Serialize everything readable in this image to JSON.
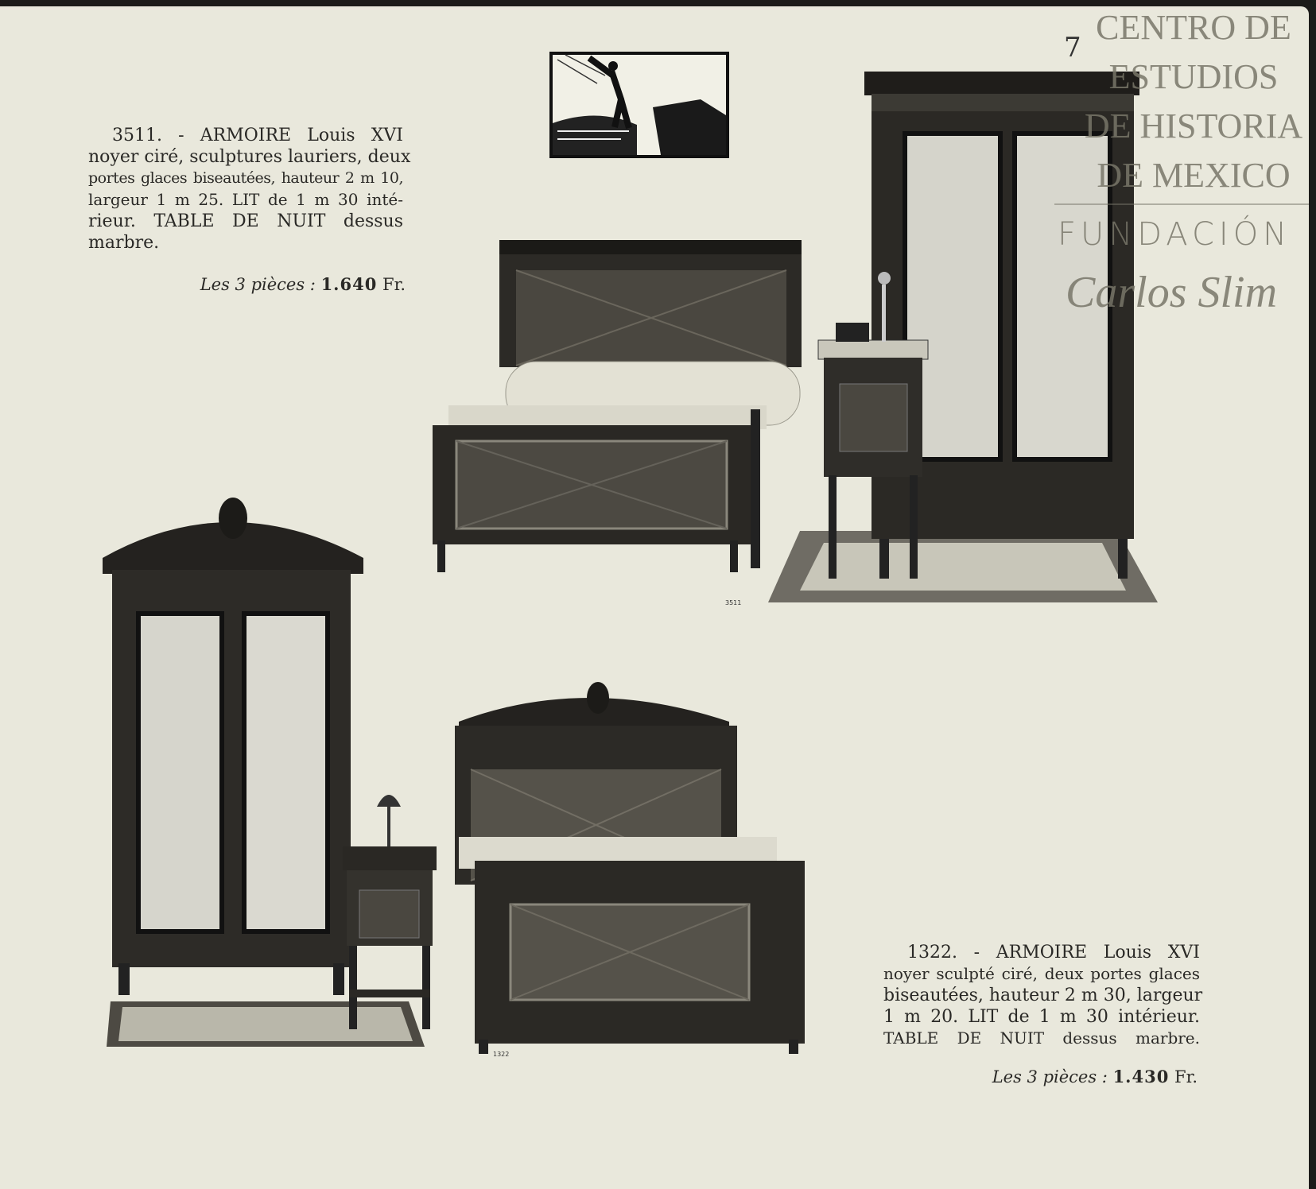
{
  "page_number": "7",
  "watermark": {
    "lines": [
      "CENTRO DE",
      "ESTUDIOS",
      "DE HISTORIA",
      "DE MEXICO"
    ],
    "foundation": "FUNDACIÓN",
    "signature": "Carlos Slim"
  },
  "item_3511": {
    "lines": [
      "3511. - ARMOIRE Louis XVI",
      "noyer ciré, sculptures lauriers, deux",
      "portes glaces biseautées, hauteur 2 m 10,",
      "largeur 1 m 25. LIT de 1 m 30 inté-",
      "rieur. TABLE DE NUIT dessus",
      "marbre."
    ],
    "price_label": "Les 3 pièces :",
    "price_value": "1.640",
    "price_currency": "Fr.",
    "photo_caption": "3511"
  },
  "item_1322": {
    "lines": [
      "1322. - ARMOIRE Louis XVI",
      "noyer sculpté ciré, deux portes glaces",
      "biseautées, hauteur 2 m 30, largeur",
      "1 m 20. LIT de 1 m 30 intérieur.",
      "TABLE DE NUIT dessus marbre."
    ],
    "price_label": "Les 3 pièces :",
    "price_value": "1.430",
    "price_currency": "Fr.",
    "photo_caption": "1322"
  }
}
